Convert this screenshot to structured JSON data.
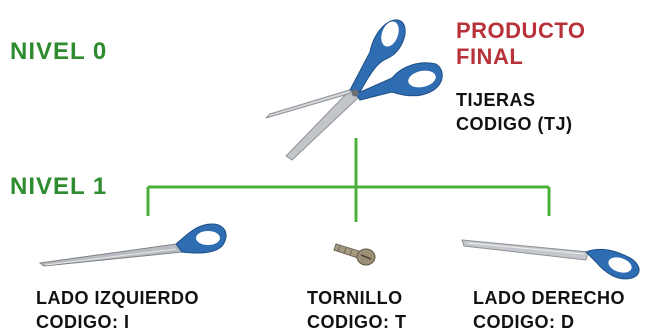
{
  "levels": {
    "level0_label": "NIVEL 0",
    "level1_label": "NIVEL 1"
  },
  "final_product": {
    "header_line1": "PRODUCTO",
    "header_line2": "FINAL",
    "name": "TIJERAS",
    "code": "CODIGO (TJ)"
  },
  "components": [
    {
      "name": "LADO IZQUIERDO",
      "code": "CODIGO: I"
    },
    {
      "name": "TORNILLO",
      "code": "CODIGO: T"
    },
    {
      "name": "LADO DERECHO",
      "code": "CODIGO: D"
    }
  ],
  "colors": {
    "connector": "#4caf3a",
    "level_text": "#2e8b2e",
    "final_header": "#b8323a",
    "handle_blue": "#2f6db3",
    "blade_gray": "#b9bcc0"
  }
}
